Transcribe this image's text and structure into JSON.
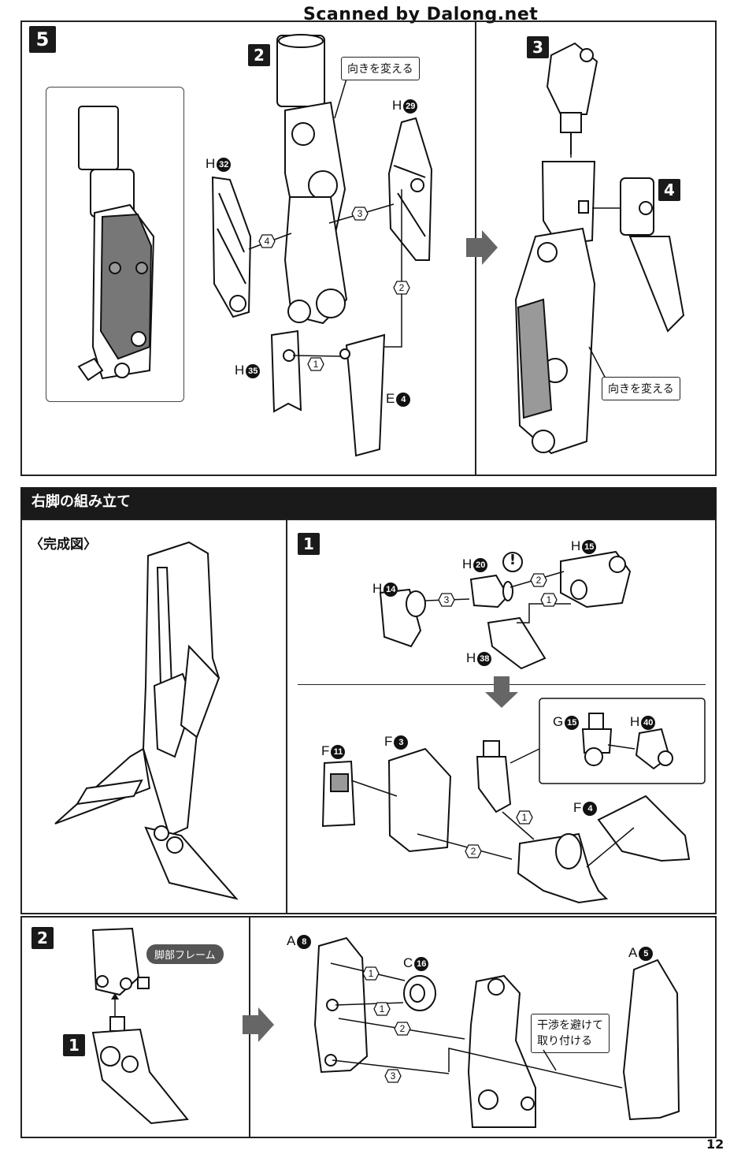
{
  "watermark": "Scanned by Dalong.net",
  "page_number": "12",
  "top_section": {
    "step_main": "5",
    "substep_2": "2",
    "substep_3": "3",
    "substep_4": "4",
    "callout_turn_1": "向きを変える",
    "callout_turn_2": "向きを変える",
    "parts": {
      "h32": {
        "letter": "H",
        "num": "32"
      },
      "h29": {
        "letter": "H",
        "num": "29"
      },
      "h35": {
        "letter": "H",
        "num": "35"
      },
      "e4": {
        "letter": "E",
        "num": "4"
      }
    },
    "arrows": {
      "a1": "1",
      "a2": "2",
      "a3": "3",
      "a4": "4"
    }
  },
  "right_leg": {
    "section_title": "右脚の組み立て",
    "complete_label": "〈完成図〉",
    "step1": "1",
    "parts": {
      "h14": {
        "letter": "H",
        "num": "14"
      },
      "h20": {
        "letter": "H",
        "num": "20"
      },
      "h15": {
        "letter": "H",
        "num": "15"
      },
      "h38": {
        "letter": "H",
        "num": "38"
      },
      "f11": {
        "letter": "F",
        "num": "11"
      },
      "f3": {
        "letter": "F",
        "num": "3"
      },
      "g15": {
        "letter": "G",
        "num": "15"
      },
      "h40": {
        "letter": "H",
        "num": "40"
      },
      "f4": {
        "letter": "F",
        "num": "4"
      }
    },
    "warning_mark": "!",
    "arrows": {
      "a1": "1",
      "a2": "2",
      "a3": "3",
      "b1": "1",
      "b2": "2"
    }
  },
  "bottom_section": {
    "step2": "2",
    "sub1": "1",
    "pill_label": "脚部フレーム",
    "callout_avoid_line1": "干渉を避けて",
    "callout_avoid_line2": "取り付ける",
    "parts": {
      "a8": {
        "letter": "A",
        "num": "8"
      },
      "c16": {
        "letter": "C",
        "num": "16"
      },
      "a5": {
        "letter": "A",
        "num": "5"
      }
    },
    "arrows": {
      "a1": "1",
      "a1b": "1",
      "a2": "2",
      "a3": "3"
    }
  }
}
